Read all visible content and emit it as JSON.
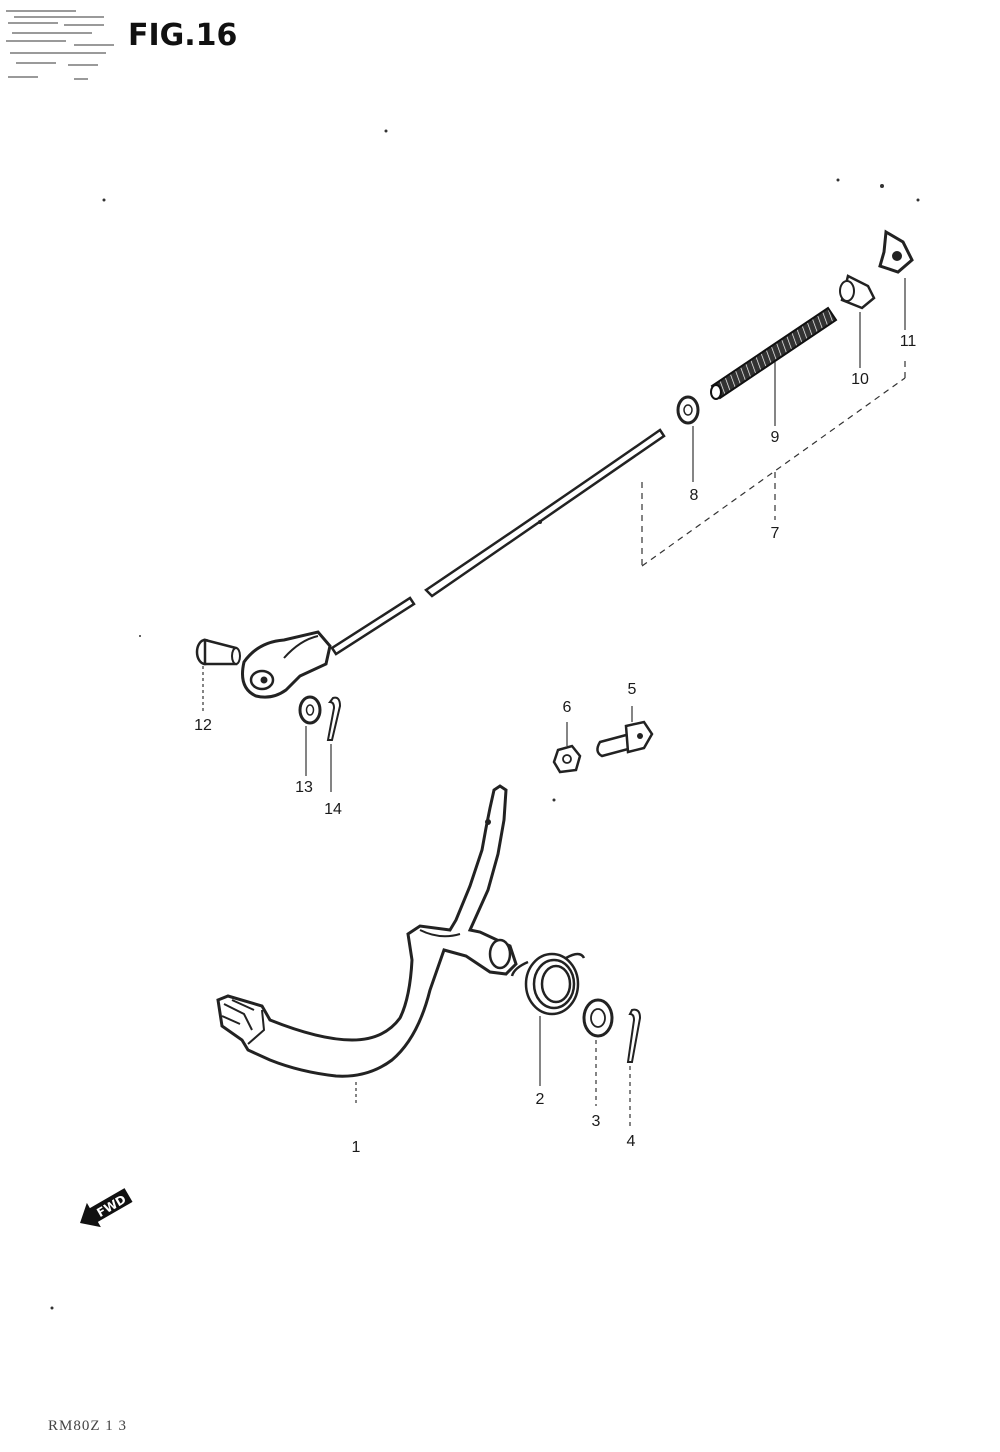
{
  "figure": {
    "title": "FIG.16"
  },
  "callouts": [
    {
      "id": "1",
      "label": "1"
    },
    {
      "id": "2",
      "label": "2"
    },
    {
      "id": "3",
      "label": "3"
    },
    {
      "id": "4",
      "label": "4"
    },
    {
      "id": "5",
      "label": "5"
    },
    {
      "id": "6",
      "label": "6"
    },
    {
      "id": "7",
      "label": "7"
    },
    {
      "id": "8",
      "label": "8"
    },
    {
      "id": "9",
      "label": "9"
    },
    {
      "id": "10",
      "label": "10"
    },
    {
      "id": "11",
      "label": "11"
    },
    {
      "id": "12",
      "label": "12"
    },
    {
      "id": "13",
      "label": "13"
    },
    {
      "id": "14",
      "label": "14"
    }
  ],
  "direction_marker": {
    "label": "FWD"
  },
  "footer": {
    "code": "RM80Z 1 3"
  }
}
